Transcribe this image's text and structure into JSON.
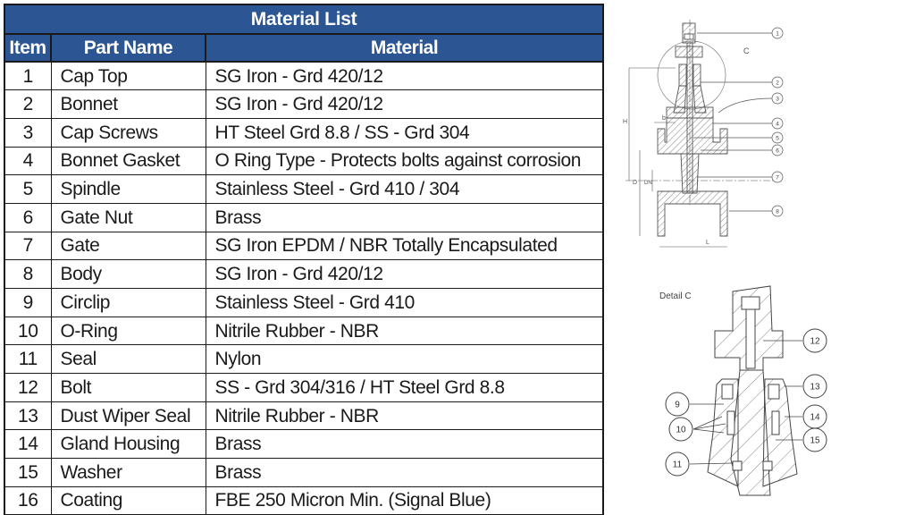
{
  "table": {
    "title": "Material List",
    "columns": [
      "Item",
      "Part Name",
      "Material"
    ],
    "rows": [
      {
        "item": "1",
        "part": "Cap Top",
        "material": "SG Iron - Grd 420/12"
      },
      {
        "item": "2",
        "part": "Bonnet",
        "material": "SG Iron - Grd 420/12"
      },
      {
        "item": "3",
        "part": "Cap Screws",
        "material": "HT Steel Grd 8.8 / SS - Grd 304"
      },
      {
        "item": "4",
        "part": "Bonnet Gasket",
        "material": "O Ring Type - Protects bolts against corrosion"
      },
      {
        "item": "5",
        "part": "Spindle",
        "material": "Stainless Steel - Grd 410 / 304"
      },
      {
        "item": "6",
        "part": "Gate Nut",
        "material": "Brass"
      },
      {
        "item": "7",
        "part": "Gate",
        "material": "SG Iron EPDM / NBR Totally Encapsulated"
      },
      {
        "item": "8",
        "part": "Body",
        "material": "SG Iron - Grd 420/12"
      },
      {
        "item": "9",
        "part": "Circlip",
        "material": "Stainless Steel - Grd 410"
      },
      {
        "item": "10",
        "part": "O-Ring",
        "material": "Nitrile Rubber - NBR"
      },
      {
        "item": "11",
        "part": "Seal",
        "material": "Nylon"
      },
      {
        "item": "12",
        "part": "Bolt",
        "material": "SS - Grd 304/316 / HT Steel Grd 8.8"
      },
      {
        "item": "13",
        "part": "Dust Wiper Seal",
        "material": "Nitrile Rubber - NBR"
      },
      {
        "item": "14",
        "part": "Gland Housing",
        "material": "Brass"
      },
      {
        "item": "15",
        "part": "Washer",
        "material": "Brass"
      },
      {
        "item": "16",
        "part": "Coating",
        "material": "FBE 250 Micron Min. (Signal Blue)"
      }
    ]
  },
  "colors": {
    "header_bg": "#2c5593",
    "header_text": "#ffffff",
    "border": "#1a1a1a",
    "line_art": "#555555"
  },
  "valve_diagram": {
    "callouts": [
      "1",
      "2",
      "3",
      "4",
      "5",
      "6",
      "7",
      "8"
    ],
    "detail_label": "C",
    "dimension_labels": {
      "height": "H",
      "b": "b",
      "diameter": "D",
      "nominal": "DN",
      "length": "L"
    }
  },
  "detail_c": {
    "title": "Detail C",
    "callouts": [
      "9",
      "10",
      "11",
      "12",
      "13",
      "14",
      "15"
    ]
  }
}
